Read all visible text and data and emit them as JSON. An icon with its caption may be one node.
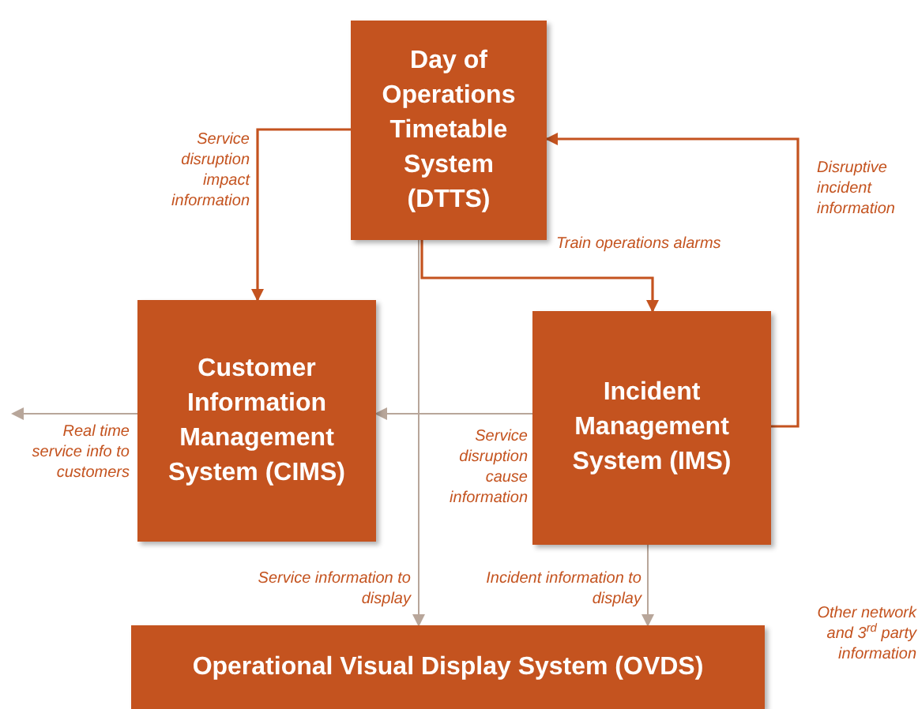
{
  "diagram": {
    "nodes": [
      {
        "text": [
          "Day of Operations Timetable System (DTTS)"
        ]
      },
      {
        "text": [
          "Customer Information Management System (CIMS)"
        ]
      },
      {
        "text": [
          "Incident Management System (IMS)"
        ]
      },
      {
        "text": [
          "Operational Visual Display System (OVDS)"
        ]
      }
    ],
    "edges": [
      {
        "from": 0,
        "to": 1,
        "arrow": "to",
        "label": "Service disruption impact information",
        "color": "#c4531f"
      },
      {
        "from": 0,
        "to": 2,
        "arrow": "to",
        "label": "Train operations alarms",
        "color": "#c4531f"
      },
      {
        "from": 2,
        "to": 0,
        "arrow": "to",
        "label": "Disruptive incident information",
        "color": "#c4531f"
      },
      {
        "from": 2,
        "to": 1,
        "arrow": "to",
        "label": "Service disruption cause information"
      },
      {
        "from": 1,
        "to": null,
        "arrow": "to",
        "label": "Real time service info to customers"
      },
      {
        "from": 0,
        "to": 3,
        "arrow": "to",
        "label": "Service information to display"
      },
      {
        "from": 2,
        "to": 3,
        "arrow": "to",
        "label": "Incident information to display"
      }
    ],
    "labels": [
      "Other network and 3$^{rd}$ party information"
    ]
  }
}
